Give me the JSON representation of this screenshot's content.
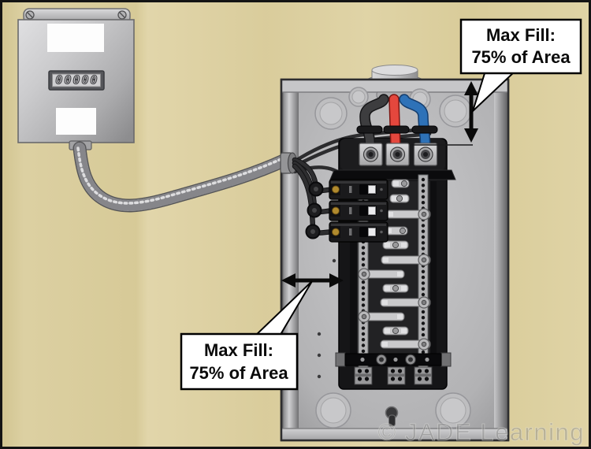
{
  "meter": {
    "display_value": "00000"
  },
  "callouts": {
    "top": {
      "line1": "Max Fill:",
      "line2": "75% of Area"
    },
    "bottom": {
      "line1": "Max Fill:",
      "line2": "75% of Area"
    }
  },
  "watermark": "© JADE Learning",
  "colors": {
    "wall": "#dcd0a2",
    "wire_hot_black": "#3d3d3f",
    "wire_hot_red": "#e4473d",
    "wire_hot_blue": "#2e72b8",
    "callout_bg": "#ffffff",
    "callout_border": "#000000",
    "arrow": "#0a0a0a"
  }
}
